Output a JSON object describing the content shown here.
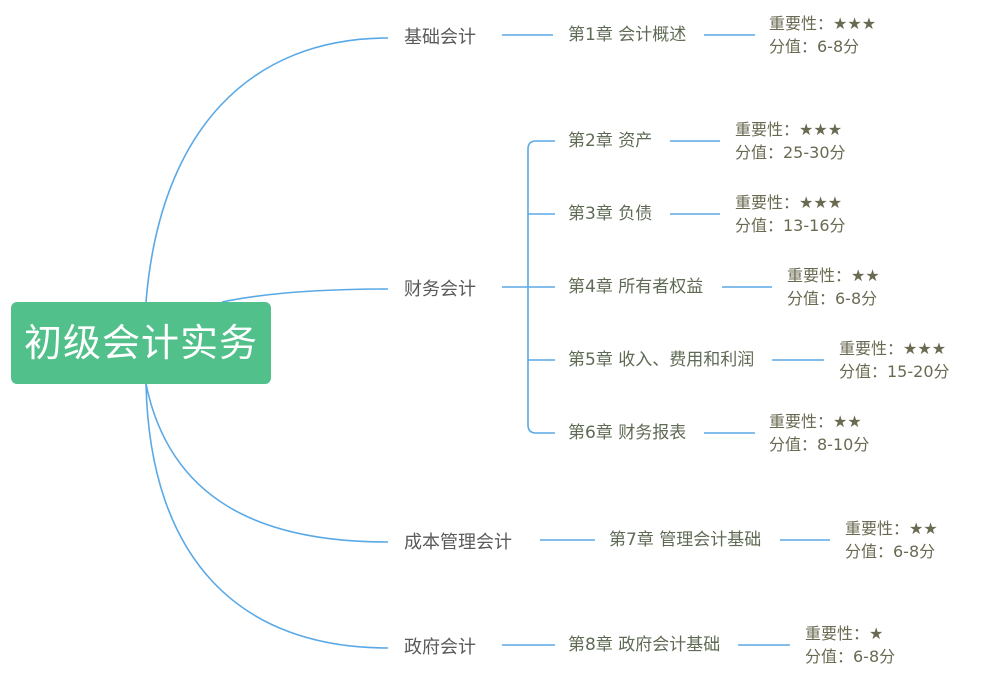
{
  "root": "初级会计实务",
  "colors": {
    "line": "#5aa9e6",
    "root_fill": "#52c08a",
    "root_text": "#ffffff"
  },
  "branches": [
    {
      "label": "基础会计",
      "chapters": [
        {
          "label": "第1章 会计概述",
          "importance": "重要性：★★★",
          "score": "分值：6-8分"
        }
      ]
    },
    {
      "label": "财务会计",
      "chapters": [
        {
          "label": "第2章 资产",
          "importance": "重要性：★★★",
          "score": "分值：25-30分"
        },
        {
          "label": "第3章 负债",
          "importance": "重要性：★★★",
          "score": "分值：13-16分"
        },
        {
          "label": "第4章 所有者权益",
          "importance": "重要性：★★",
          "score": "分值：6-8分"
        },
        {
          "label": "第5章 收入、费用和利润",
          "importance": "重要性：★★★",
          "score": "分值：15-20分"
        },
        {
          "label": "第6章 财务报表",
          "importance": "重要性：★★",
          "score": "分值：8-10分"
        }
      ]
    },
    {
      "label": "成本管理会计",
      "chapters": [
        {
          "label": "第7章 管理会计基础",
          "importance": "重要性：★★",
          "score": "分值：6-8分"
        }
      ]
    },
    {
      "label": "政府会计",
      "chapters": [
        {
          "label": "第8章 政府会计基础",
          "importance": "重要性：★",
          "score": "分值：6-8分"
        }
      ]
    }
  ]
}
